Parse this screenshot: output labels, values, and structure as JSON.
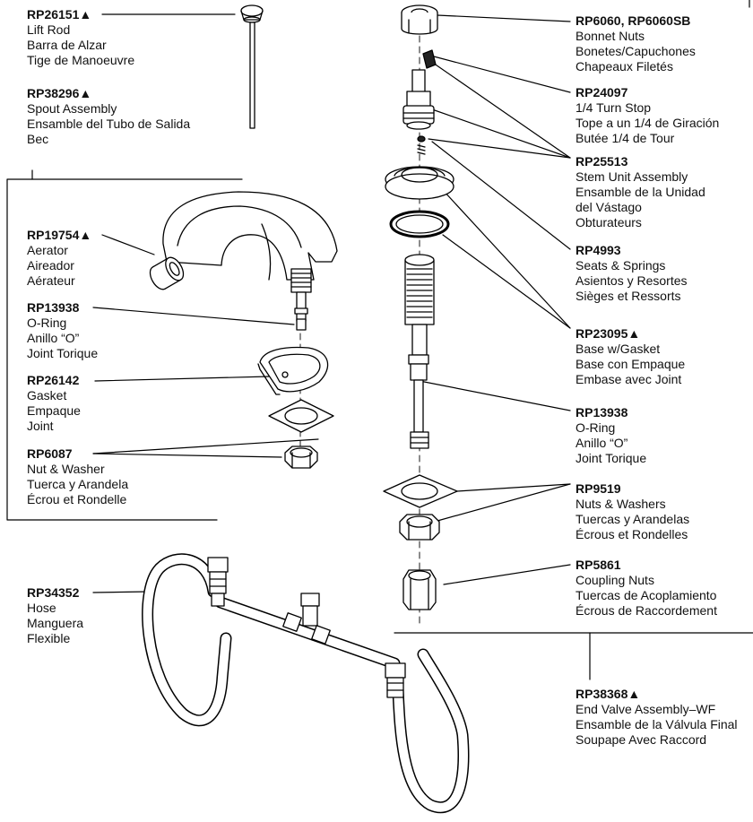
{
  "parts": [
    {
      "id": "lift-rod",
      "code": "RP26151▲",
      "lines": [
        "Lift Rod",
        "Barra de Alzar",
        "Tige de Manoeuvre"
      ]
    },
    {
      "id": "spout-assembly",
      "code": "RP38296▲",
      "lines": [
        "Spout Assembly",
        "Ensamble del Tubo de Salida",
        "Bec"
      ]
    },
    {
      "id": "aerator",
      "code": "RP19754▲",
      "lines": [
        "Aerator",
        "Aireador",
        "Aérateur"
      ]
    },
    {
      "id": "o-ring-left",
      "code": "RP13938",
      "lines": [
        "O-Ring",
        "Anillo “O”",
        "Joint Torique"
      ]
    },
    {
      "id": "gasket",
      "code": "RP26142",
      "lines": [
        "Gasket",
        "Empaque",
        "Joint"
      ]
    },
    {
      "id": "nut-washer",
      "code": "RP6087",
      "lines": [
        "Nut & Washer",
        "Tuerca y Arandela",
        "Écrou et Rondelle"
      ]
    },
    {
      "id": "hose",
      "code": "RP34352",
      "lines": [
        "Hose",
        "Manguera",
        "Flexible"
      ]
    },
    {
      "id": "bonnet-nuts",
      "code": "RP6060, RP6060SB",
      "lines": [
        "Bonnet Nuts",
        "Bonetes/Capuchones",
        "Chapeaux Filetés"
      ]
    },
    {
      "id": "turn-stop",
      "code": "RP24097",
      "lines": [
        "1/4 Turn Stop",
        "Tope a un 1/4 de Giración",
        "Butée 1/4 de Tour"
      ]
    },
    {
      "id": "stem-unit",
      "code": "RP25513",
      "lines": [
        "Stem Unit Assembly",
        "Ensamble de la Unidad",
        "del Vástago",
        "Obturateurs"
      ]
    },
    {
      "id": "seats-springs",
      "code": "RP4993",
      "lines": [
        "Seats & Springs",
        "Asientos y Resortes",
        "Sièges et Ressorts"
      ]
    },
    {
      "id": "base-gasket",
      "code": "RP23095▲",
      "lines": [
        "Base w/Gasket",
        "Base con Empaque",
        "Embase avec Joint"
      ]
    },
    {
      "id": "o-ring-right",
      "code": "RP13938",
      "lines": [
        "O-Ring",
        "Anillo “O”",
        "Joint Torique"
      ]
    },
    {
      "id": "nuts-washers",
      "code": "RP9519",
      "lines": [
        "Nuts & Washers",
        "Tuercas y Arandelas",
        "Écrous et Rondelles"
      ]
    },
    {
      "id": "coupling-nuts",
      "code": "RP5861",
      "lines": [
        "Coupling Nuts",
        "Tuercas de Acoplamiento",
        "Écrous de Raccordement"
      ]
    },
    {
      "id": "end-valve",
      "code": "RP38368▲",
      "lines": [
        "End Valve Assembly–WF",
        "Ensamble de la Válvula Final",
        "Soupape Avec Raccord"
      ]
    }
  ]
}
